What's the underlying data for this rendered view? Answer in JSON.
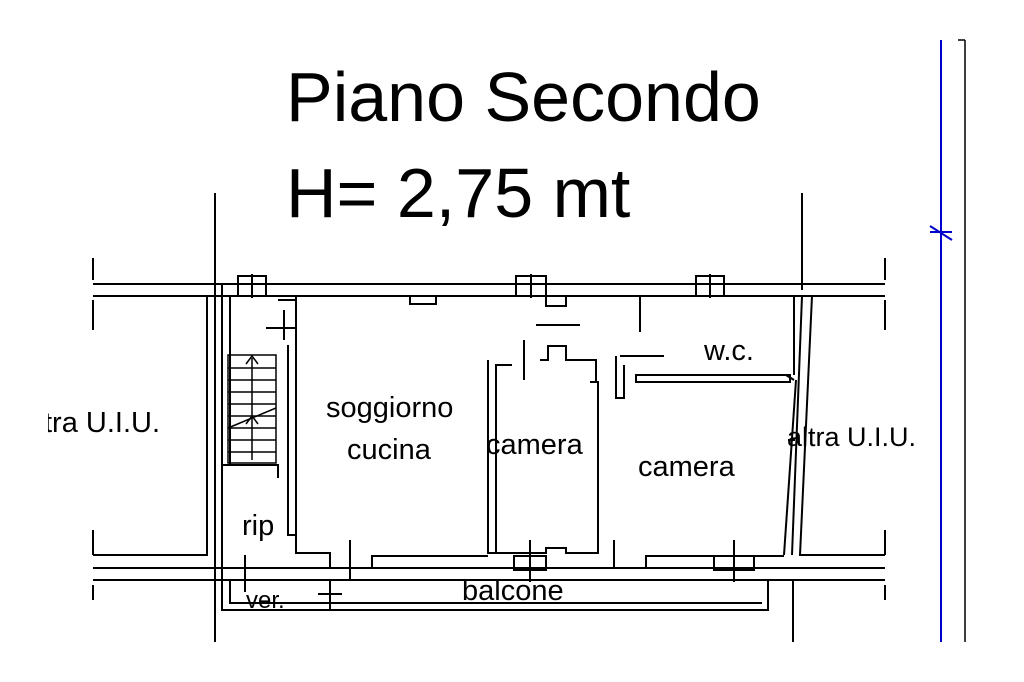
{
  "title": {
    "line1": "Piano Secondo",
    "line2": "H= 2,75 mt"
  },
  "rooms": {
    "other_unit_left": "tra U.I.U.",
    "living_kitchen_1": "soggiorno",
    "living_kitchen_2": "cucina",
    "bedroom_small": "camera",
    "bedroom_large": "camera",
    "bathroom": "w.c.",
    "other_unit_right": "altra U.I.U.",
    "storage": "rip",
    "veranda": "ver.",
    "balcony": "balcone"
  },
  "colors": {
    "wall": "#000000",
    "dimension_line": "#0000cc",
    "background": "#ffffff"
  }
}
